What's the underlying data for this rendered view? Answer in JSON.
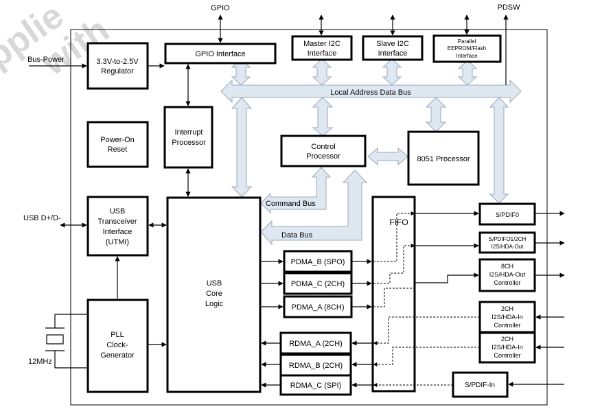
{
  "colors": {
    "line": "#000000",
    "bus_fill": "#dfe7f0",
    "bus_stroke": "#9aa9b8",
    "watermark": "#d8d8d8"
  },
  "watermark": {
    "line1": "pplie",
    "line2": "with"
  },
  "external": {
    "gpio": "GPIO",
    "pdsw": "PDSW",
    "bus_power": "Bus-Power",
    "usb_dpdm": "USB D+/D-",
    "clock": "12MHz"
  },
  "buses": {
    "local": "Local Address Data Bus",
    "command": "Command Bus",
    "data": "Data Bus"
  },
  "blocks": {
    "regulator": [
      "3.3V-to-2.5V",
      "Regulator"
    ],
    "gpio_if": [
      "GPIO Interface"
    ],
    "master_i2c": [
      "Master I2C",
      "Interface"
    ],
    "slave_i2c": [
      "Slave I2C",
      "Interface"
    ],
    "eeprom": [
      "Parallel",
      "EEPROM/Flash",
      "Interface"
    ],
    "power_on_reset": [
      "Power-On",
      "Reset"
    ],
    "interrupt": [
      "Interrupt",
      "Processor"
    ],
    "control": [
      "Control",
      "Processor"
    ],
    "proc8051": [
      "8051 Processor"
    ],
    "usb_xcvr": [
      "USB",
      "Transceiver",
      "Interface",
      "(UTMI)"
    ],
    "usb_core": [
      "USB",
      "Core",
      "Logic"
    ],
    "pll": [
      "PLL",
      "Clock-",
      "Generator"
    ],
    "fifo": [
      "FIFO"
    ],
    "pdma_b": [
      "PDMA_B (SPO)"
    ],
    "pdma_c": [
      "PDMA_C (2CH)"
    ],
    "pdma_a": [
      "PDMA_A (8CH)"
    ],
    "rdma_a": [
      "RDMA_A (2CH)"
    ],
    "rdma_b": [
      "RDMA_B (2CH)"
    ],
    "rdma_c": [
      "RDMA_C (SPI)"
    ],
    "spdif0": [
      "S/PDIF0"
    ],
    "spdif12": [
      "S/PDIFO1/2CH",
      "I2S/HDA-Out"
    ],
    "out8ch": [
      "8CH",
      "I2S/HDA-Out",
      "Controller"
    ],
    "in2ch_1": [
      "2CH",
      "I2S/HDA-In",
      "Controller"
    ],
    "in2ch_2": [
      "2CH",
      "I2S/HDA-In",
      "Controller"
    ],
    "spdif_in": [
      "S/PDIF-In"
    ]
  }
}
